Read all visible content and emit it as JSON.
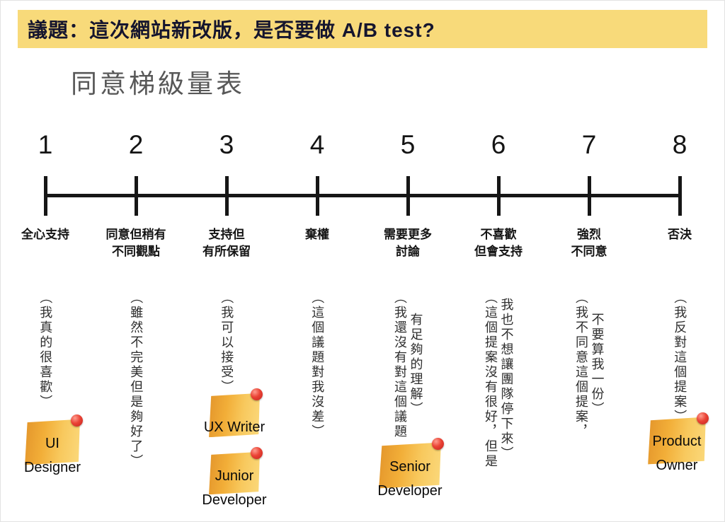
{
  "banner": {
    "text": "議題：這次網站新改版，是否要做 A/B test?"
  },
  "title": "同意梯級量表",
  "scale": {
    "points": [
      {
        "number": "1",
        "label": "全心支持",
        "description": "（我真的很喜歡）"
      },
      {
        "number": "2",
        "label": "同意但稍有\n不同觀點",
        "description": "（雖然不完美但是夠好了）"
      },
      {
        "number": "3",
        "label": "支持但\n有所保留",
        "description": "（我可以接受）"
      },
      {
        "number": "4",
        "label": "棄權",
        "description": "（這個議題對我沒差）"
      },
      {
        "number": "5",
        "label": "需要更多\n討論",
        "description": "（我還沒有對這個議題\n有足夠的理解）"
      },
      {
        "number": "6",
        "label": "不喜歡\n但會支持",
        "description": "（這個提案沒有很好，但是\n我也不想讓團隊停下來）"
      },
      {
        "number": "7",
        "label": "強烈\n不同意",
        "description": "（我不同意這個提案，\n不要算我一份）"
      },
      {
        "number": "8",
        "label": "否決",
        "description": "（我反對這個提案）"
      }
    ]
  },
  "notes": [
    {
      "label": "UI\nDesigner"
    },
    {
      "label": "UX Writer"
    },
    {
      "label": "Junior\nDeveloper"
    },
    {
      "label": "Senior\nDeveloper"
    },
    {
      "label": "Product\nOwner"
    }
  ],
  "colors": {
    "banner_bg": "#F8DA7A",
    "axis": "#161616",
    "note_dark": "#E2932A",
    "note_light": "#FBDA7E",
    "pin": "#EA4335"
  }
}
